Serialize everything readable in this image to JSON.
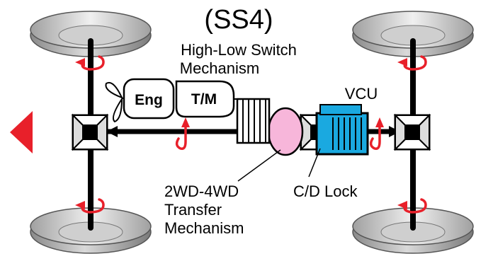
{
  "title": "(SS4)",
  "labels": {
    "high_low_line1": "High-Low Switch",
    "high_low_line2": "Mechanism",
    "engine": "Eng",
    "transmission": "T/M",
    "vcu": "VCU",
    "transfer_line1": "2WD-4WD",
    "transfer_line2": "Transfer",
    "transfer_line3": "Mechanism",
    "cd_lock": "C/D Lock"
  },
  "colors": {
    "arrow_red": "#e8202a",
    "vcu_blue": "#1aa9e0",
    "transfer_pink": "#f7b6da",
    "shaft": "#000000"
  },
  "icons": [
    "direction-arrow-icon",
    "rotation-arrow-icon",
    "differential-icon",
    "wheel-icon",
    "fan-icon"
  ]
}
